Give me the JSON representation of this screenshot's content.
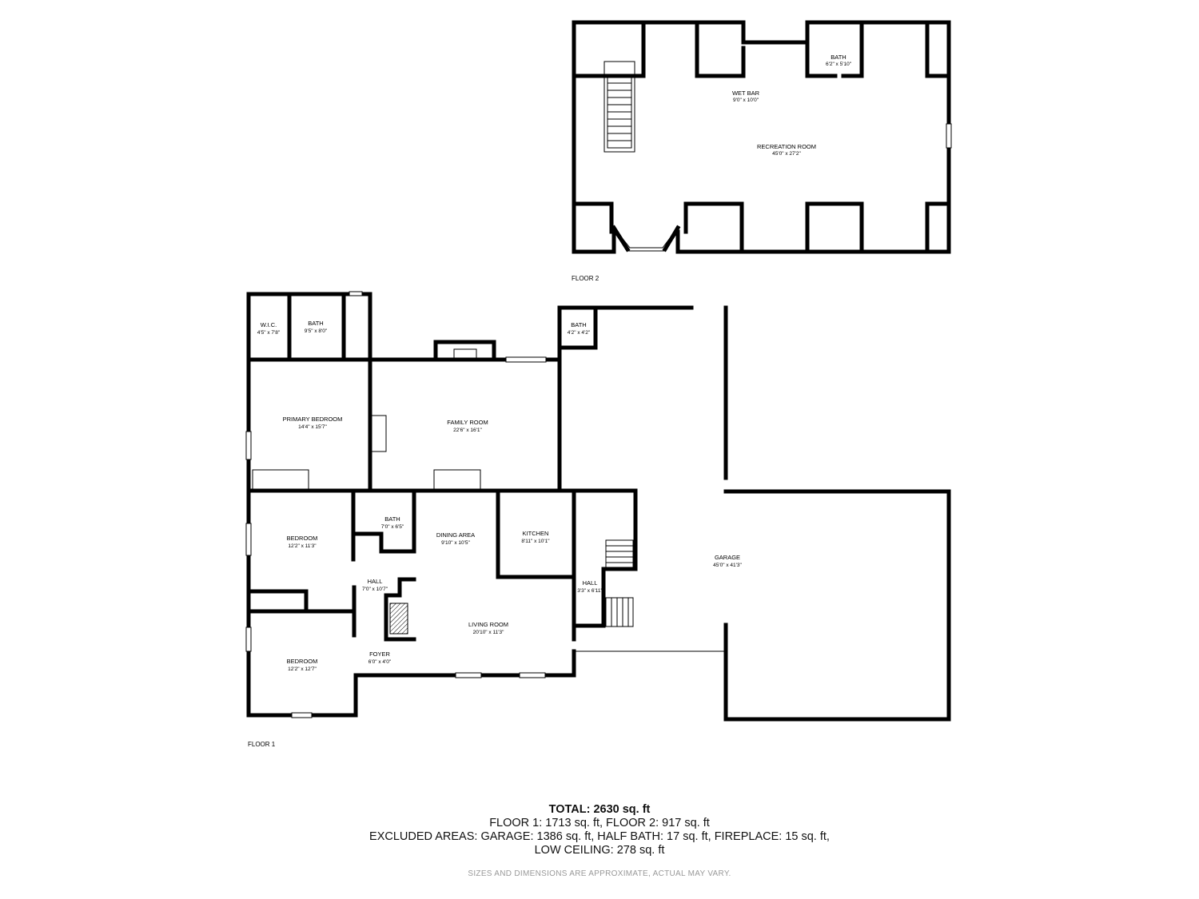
{
  "floor2": {
    "label": "FLOOR 2",
    "rooms": {
      "bath": {
        "name": "BATH",
        "dim": "6'2\" x 5'10\""
      },
      "wet_bar": {
        "name": "WET BAR",
        "dim": "9'0\" x 10'0\""
      },
      "recreation": {
        "name": "RECREATION ROOM",
        "dim": "45'0\" x 27'2\""
      }
    }
  },
  "floor1": {
    "label": "FLOOR 1",
    "rooms": {
      "wic": {
        "name": "W.I.C.",
        "dim": "4'5\" x 7'8\""
      },
      "bath_primary": {
        "name": "BATH",
        "dim": "9'5\" x 8'0\""
      },
      "half_bath": {
        "name": "BATH",
        "dim": "4'2\" x 4'2\""
      },
      "primary_bedroom": {
        "name": "PRIMARY BEDROOM",
        "dim": "14'4\" x 15'7\""
      },
      "family_room": {
        "name": "FAMILY ROOM",
        "dim": "22'6\" x 16'1\""
      },
      "bedroom1": {
        "name": "BEDROOM",
        "dim": "12'2\" x 11'3\""
      },
      "bath_hall": {
        "name": "BATH",
        "dim": "7'0\" x 6'5\""
      },
      "dining": {
        "name": "DINING AREA",
        "dim": "9'10\" x 10'5\""
      },
      "kitchen": {
        "name": "KITCHEN",
        "dim": "8'11\" x 10'1\""
      },
      "garage": {
        "name": "GARAGE",
        "dim": "45'0\" x 41'3\""
      },
      "hall1": {
        "name": "HALL",
        "dim": "7'0\" x 10'7\""
      },
      "hall2": {
        "name": "HALL",
        "dim": "3'3\" x 6'11\""
      },
      "living": {
        "name": "LIVING ROOM",
        "dim": "20'10\" x 11'3\""
      },
      "foyer": {
        "name": "FOYER",
        "dim": "6'0\" x 4'0\""
      },
      "bedroom2": {
        "name": "BEDROOM",
        "dim": "12'2\" x 12'7\""
      }
    }
  },
  "summary": {
    "total": "TOTAL: 2630 sq. ft",
    "line1": "FLOOR 1: 1713 sq. ft, FLOOR 2: 917 sq. ft",
    "line2": "EXCLUDED AREAS: GARAGE: 1386 sq. ft, HALF BATH: 17 sq. ft, FIREPLACE: 15 sq. ft,",
    "line3": "LOW CEILING: 278 sq. ft"
  },
  "disclaimer": "SIZES AND DIMENSIONS ARE APPROXIMATE, ACTUAL MAY VARY."
}
